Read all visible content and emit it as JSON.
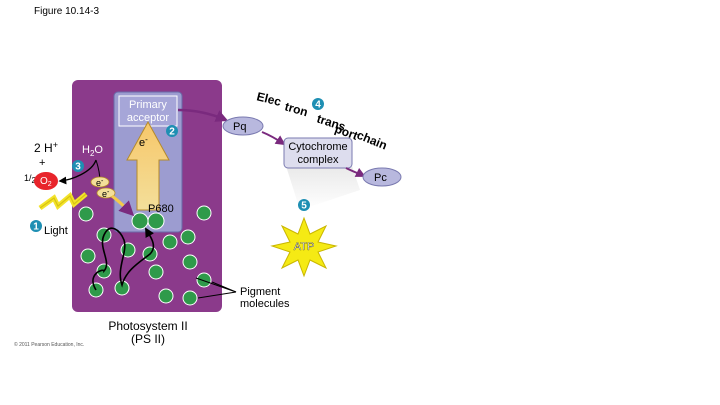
{
  "figure_label": "Figure 10.14-3",
  "colors": {
    "membrane": "#8b3a8b",
    "membrane_dark": "#6a2670",
    "complex": "#9c9cd0",
    "pigment": "#2f9a4a",
    "badge": "#1e8fb3",
    "oxygen": "#e8242b",
    "electron_fill": "#f3df9a",
    "carrier": "#b8b8de",
    "atp": "#f5ea14"
  },
  "labels": {
    "primary_acceptor_line1": "Primary",
    "primary_acceptor_line2": "acceptor",
    "electron_e": "e",
    "electron_minus": "-",
    "protons": "2 H",
    "protons_sup": "+",
    "plus_sign": "+",
    "half": "1/",
    "half_sub": "2",
    "oxygen": "O",
    "oxygen_sub": "2",
    "water": "H",
    "water_sub": "2",
    "water_o": "O",
    "p680": "P680",
    "light": "Light",
    "pq": "Pq",
    "cytochrome_line1": "Cytochrome",
    "cytochrome_line2": "complex",
    "pc": "Pc",
    "atp": "ATP",
    "pigment_line1": "Pigment",
    "pigment_line2": "molecules",
    "photosystem_line1": "Photosystem II",
    "photosystem_line2": "(PS II)",
    "copyright": "© 2011 Pearson Education, Inc.",
    "etc_words": [
      "Elec",
      "tron",
      "trans",
      "port",
      "chain"
    ]
  },
  "steps": [
    "1",
    "2",
    "3",
    "4",
    "5"
  ],
  "icons": [
    "light-bolt-icon",
    "starburst-icon",
    "arrow-icon"
  ]
}
